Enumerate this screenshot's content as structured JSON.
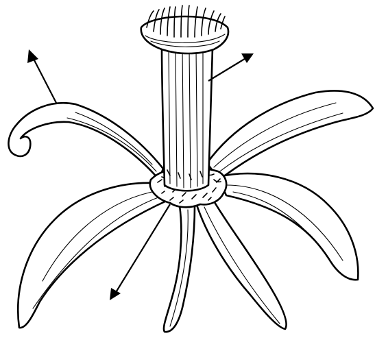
{
  "diagram": {
    "subject": "flower",
    "style": "black line drawing on white",
    "colors": {
      "ink": "#000000",
      "paper": "#ffffff"
    },
    "parts": [
      "stamen-column",
      "anther-crown",
      "corona-base",
      "petals",
      "arrows"
    ],
    "petal_count": 6,
    "arrow_count": 3
  }
}
